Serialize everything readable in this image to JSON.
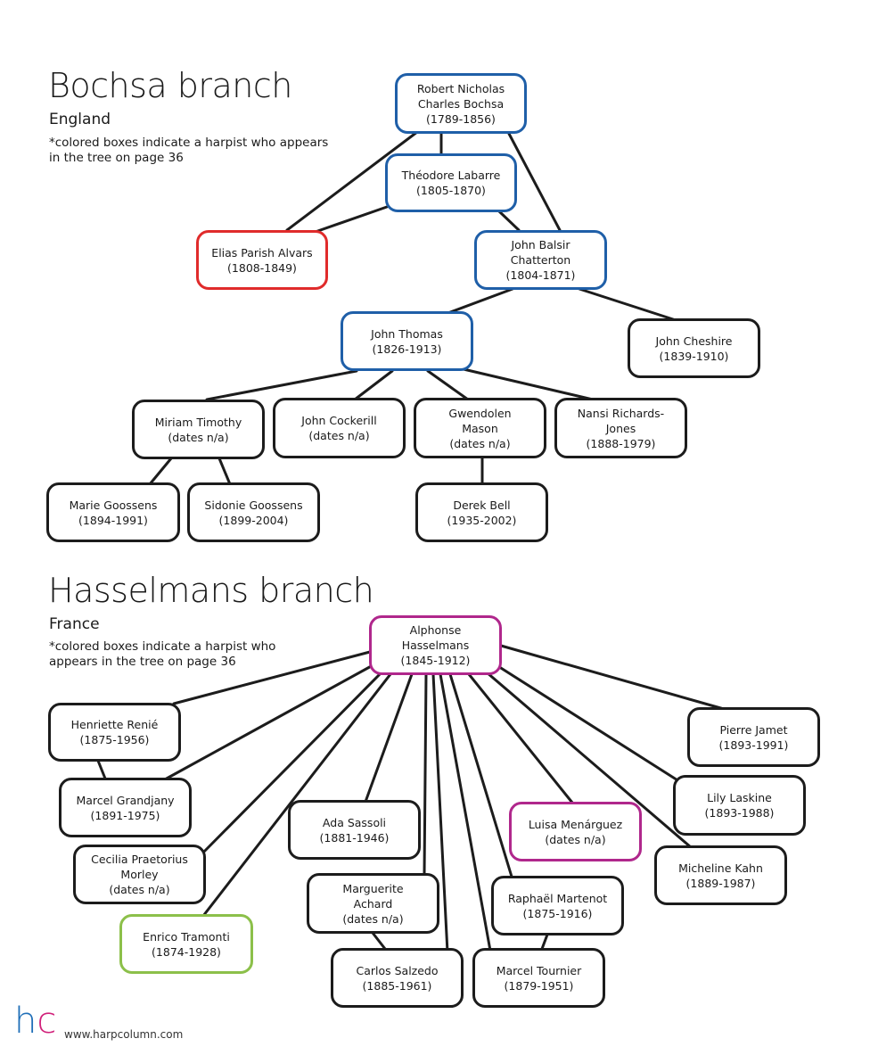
{
  "bochsa": {
    "title": "Bochsa branch",
    "subtitle": "England",
    "note": "*colored boxes indicate a harpist who appears\nin the tree on page 36"
  },
  "hasselmans": {
    "title": "Hasselmans branch",
    "subtitle": "France",
    "note": "*colored boxes indicate a harpist who\nappears in the tree on page 36"
  },
  "nodes": {
    "bochsa": "Robert Nicholas\nCharles Bochsa\n(1789-1856)",
    "labarre": "Théodore Labarre\n(1805-1870)",
    "alvars": "Elias Parish Alvars\n(1808-1849)",
    "chatterton": "John Balsir\nChatterton\n(1804-1871)",
    "thomas": "John Thomas\n(1826-1913)",
    "cheshire": "John Cheshire\n(1839-1910)",
    "timothy": "Miriam Timothy\n(dates n/a)",
    "cockerill": "John Cockerill\n(dates n/a)",
    "mason": "Gwendolen\nMason\n(dates n/a)",
    "richards": "Nansi Richards-\nJones\n(1888-1979)",
    "marie": "Marie Goossens\n(1894-1991)",
    "sidonie": "Sidonie Goossens\n(1899-2004)",
    "bell": "Derek Bell\n(1935-2002)",
    "hasselmans": "Alphonse\nHasselmans\n(1845-1912)",
    "renie": "Henriette Renié\n(1875-1956)",
    "grandjany": "Marcel Grandjany\n(1891-1975)",
    "morley": "Cecilia Praetorius\nMorley\n(dates n/a)",
    "tramonti": "Enrico Tramonti\n(1874-1928)",
    "sassoli": "Ada Sassoli\n(1881-1946)",
    "achard": "Marguerite\nAchard\n(dates n/a)",
    "salzedo": "Carlos Salzedo\n(1885-1961)",
    "menarguez": "Luisa Menárguez\n(dates n/a)",
    "martenot": "Raphaël Martenot\n(1875-1916)",
    "tournier": "Marcel Tournier\n(1879-1951)",
    "jamet": "Pierre Jamet\n(1893-1991)",
    "laskine": "Lily Laskine\n(1893-1988)",
    "kahn": "Micheline Kahn\n(1889-1987)"
  },
  "colors": {
    "blue": "#1f5fa8",
    "red": "#e02b2b",
    "magenta": "#b0278c",
    "green": "#8cc04a",
    "default": "#1c1c1c"
  },
  "footer": {
    "logo_h": "h",
    "logo_c": "c",
    "website": "www.harpcolumn.com"
  }
}
